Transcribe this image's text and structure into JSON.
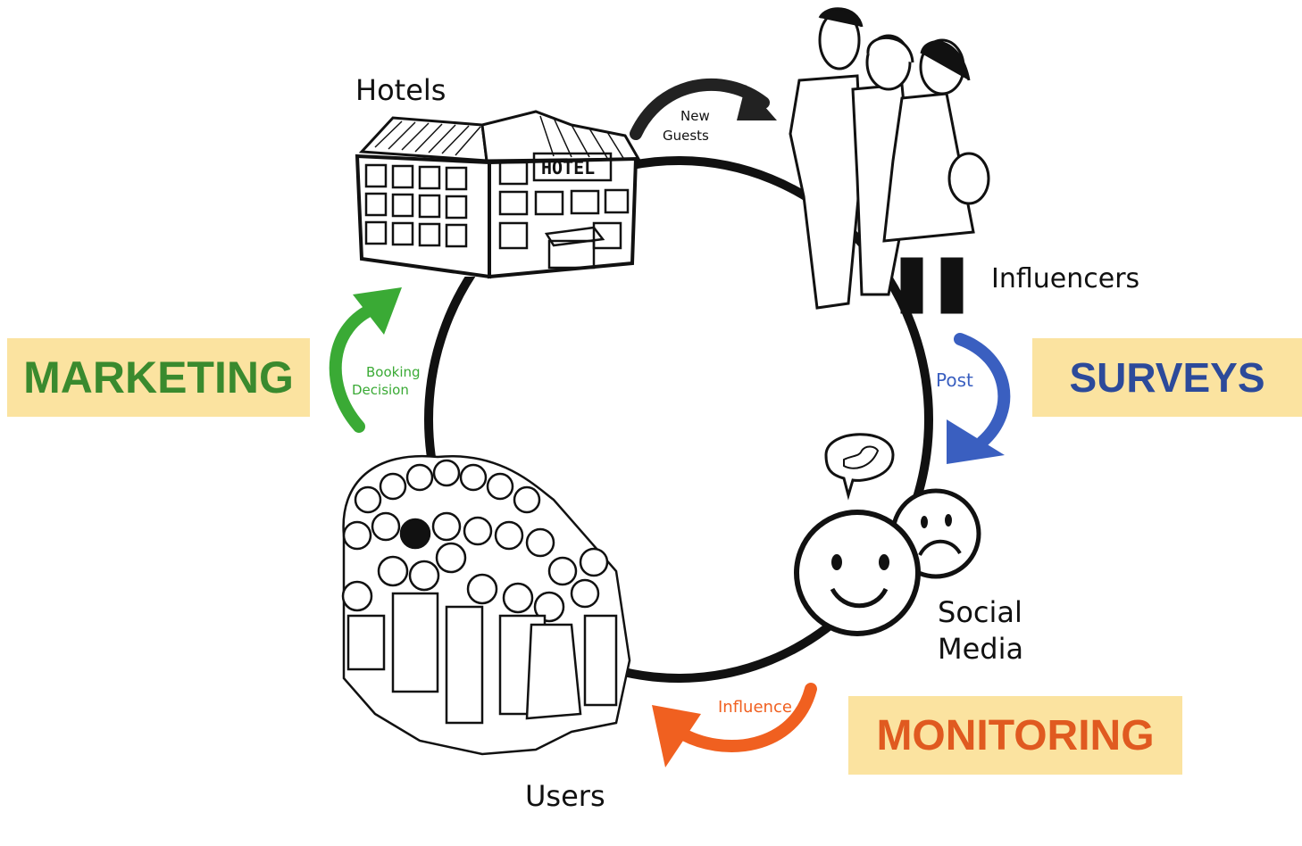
{
  "nodes": {
    "hotels": "Hotels",
    "hotel_sign": "HOTEL",
    "influencers": "Influencers",
    "social_media_line1": "Social",
    "social_media_line2": "Media",
    "users": "Users"
  },
  "arrows": {
    "new_guests_line1": "New",
    "new_guests_line2": "Guests",
    "post": "Post",
    "influence": "Influence",
    "booking_line1": "Booking",
    "booking_line2": "Decision"
  },
  "boxes": {
    "marketing": "MARKETING",
    "surveys": "SURVEYS",
    "monitoring": "MONITORING"
  },
  "colors": {
    "marketing": "#3a8a2e",
    "surveys": "#2c4a9a",
    "monitoring": "#e05a20",
    "box_fill": "#fbe3a0",
    "green_arrow": "#3aaa35",
    "blue_arrow": "#3a5fc0",
    "orange_arrow": "#f06020"
  },
  "icons": [
    "hotel-building-icon",
    "influencers-people-icon",
    "twitter-bird-icon",
    "happy-face-icon",
    "sad-face-icon",
    "crowd-icon"
  ]
}
